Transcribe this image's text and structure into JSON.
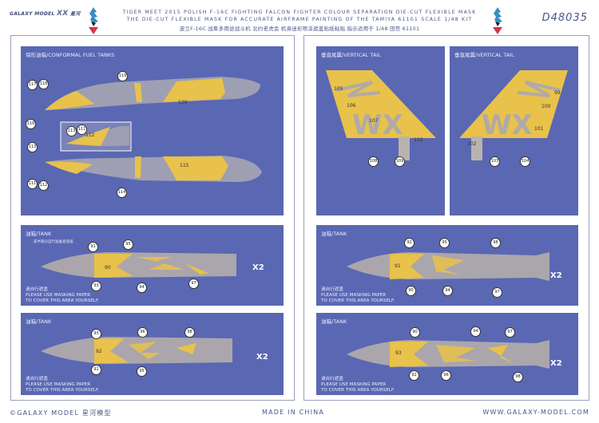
{
  "header": {
    "brand_text": "GALAXY MODEL",
    "brand_mark": "XX",
    "brand_cn": "星河",
    "title_line1": "TIGER MEET 2015 POLISH F-16C FIGHTING FALCON FIGHTER COLOUR SEPARATION DIE-CUT FLEXIBLE MASK",
    "title_line2": "THE DIE-CUT FLEXIBLE MASK FOR ACCURATE AIRFRAME PAINTING OF THE TAMIYA 61101 SCALE 1/48 KIT",
    "title_line3_cn": "波兰F-16C 战隼多用途战斗机 北约老虎会 机身迷彩喷涂遮盖贴纸粘贴 指示适用于 1/48 田宫 61101",
    "product_code": "D48035",
    "logo_icon": "tiger-meet-emblem-icon"
  },
  "panels": {
    "cft": {
      "title": "保形油箱/CONFORMAL FUEL TANKS",
      "callouts": [
        "117",
        "118",
        "119",
        "116",
        "113",
        "111",
        "112",
        "114"
      ],
      "labels": [
        "120",
        "115",
        "112"
      ],
      "inset_callouts": [
        "113",
        "111"
      ]
    },
    "tail_left": {
      "title": "垂直尾翼/VERTICAL TAIL",
      "labels": [
        "105",
        "106",
        "107",
        "110"
      ],
      "callouts": [
        "108",
        "109"
      ],
      "letters": "WX"
    },
    "tail_right": {
      "title": "垂直尾翼/VERTICAL TAIL",
      "labels": [
        "99",
        "100",
        "101",
        "102"
      ],
      "callouts": [
        "103",
        "104"
      ],
      "letters": "WX"
    },
    "tank1": {
      "title": "油箱/TANK",
      "note_cn_top": "前半部分自行准备遮盖纸",
      "labels": [
        "90"
      ],
      "callouts": [
        "91",
        "95",
        "93",
        "94",
        "97"
      ],
      "mask_note_cn": "请自行遮盖",
      "mask_note_1": "PLEASE USE MASKING PAPER",
      "mask_note_2": "TO COVER THIS AREA YOURSELF.",
      "qty": "X2"
    },
    "tank2": {
      "title": "油箱/TANK",
      "labels": [
        "92"
      ],
      "callouts": [
        "93",
        "96",
        "98",
        "91",
        "95"
      ],
      "mask_note_cn": "请自行遮盖",
      "mask_note_1": "PLEASE USE MASKING PAPER",
      "mask_note_2": "TO COVER THIS AREA YOURSELF.",
      "qty": "X2"
    },
    "tank3": {
      "title": "油箱/TANK",
      "labels": [
        "91"
      ],
      "callouts": [
        "92",
        "95",
        "98",
        "90",
        "94",
        "97"
      ],
      "mask_note_cn": "请自行遮盖",
      "mask_note_1": "PLEASE USE MASKING PAPER",
      "mask_note_2": "TO COVER THIS AREA YOURSELF.",
      "qty": "X2"
    },
    "tank4": {
      "title": "油箱/TANK",
      "labels": [
        "93"
      ],
      "callouts": [
        "90",
        "94",
        "97",
        "92",
        "96",
        "98"
      ],
      "mask_note_cn": "请自行遮盖",
      "mask_note_1": "PLEASE USE MASKING PAPER",
      "mask_note_2": "TO COVER THIS AREA YOURSELF.",
      "qty": "X2"
    }
  },
  "footer": {
    "copyright": "©GALAXY MODEL 星河模型",
    "made_in": "MADE IN CHINA",
    "website": "WWW.GALAXY-MODEL.COM"
  },
  "colors": {
    "panel_bg": "#5a67b3",
    "mask_yellow": "#e8c24a",
    "part_grey": "#a9a6b0",
    "text_dark": "#4a5585"
  }
}
